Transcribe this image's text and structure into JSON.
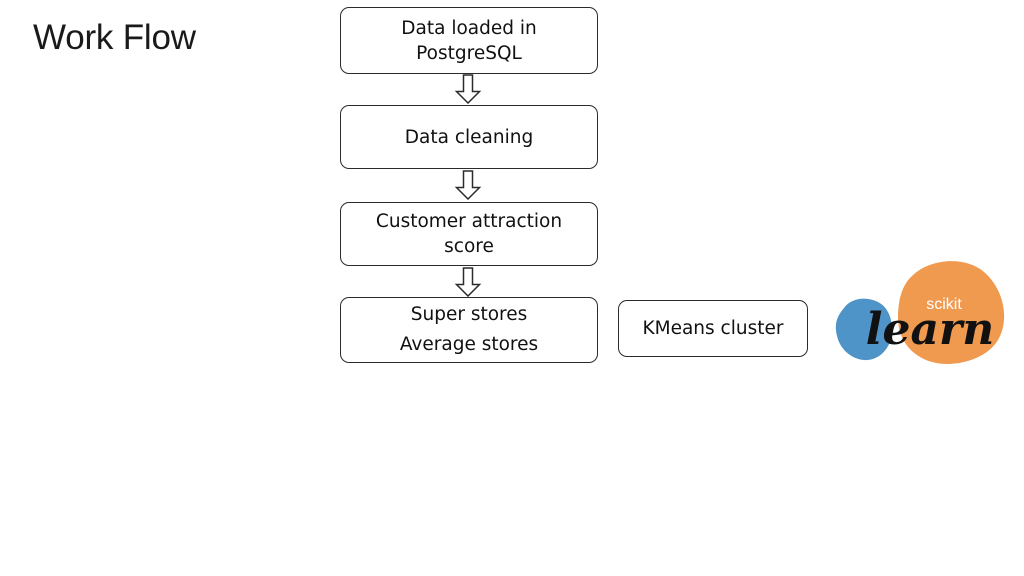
{
  "slide": {
    "title": "Work Flow",
    "background_color": "#ffffff"
  },
  "flow": {
    "steps": [
      {
        "id": "data-loaded",
        "lines": [
          "Data loaded in",
          "PostgreSQL"
        ]
      },
      {
        "id": "data-cleaning",
        "lines": [
          "Data cleaning"
        ]
      },
      {
        "id": "customer-attraction-score",
        "lines": [
          "Customer attraction",
          "score"
        ]
      },
      {
        "id": "store-types",
        "lines": [
          "Super stores",
          "Average stores"
        ]
      }
    ],
    "connectors": [
      {
        "id": "arrow-1",
        "direction": "down"
      },
      {
        "id": "arrow-2",
        "direction": "down"
      },
      {
        "id": "arrow-3",
        "direction": "down"
      }
    ],
    "box_border_color": "#2b2b2b",
    "box_fill_color": "#ffffff",
    "text_color": "#111111"
  },
  "side_box": {
    "label": "KMeans cluster"
  },
  "logo": {
    "name": "scikit-learn",
    "top_text": "scikit",
    "bottom_text": "learn",
    "blue_color": "#4F94C8",
    "orange_color": "#F09A50",
    "top_text_color": "#ffffff",
    "bottom_text_color": "#111111"
  }
}
